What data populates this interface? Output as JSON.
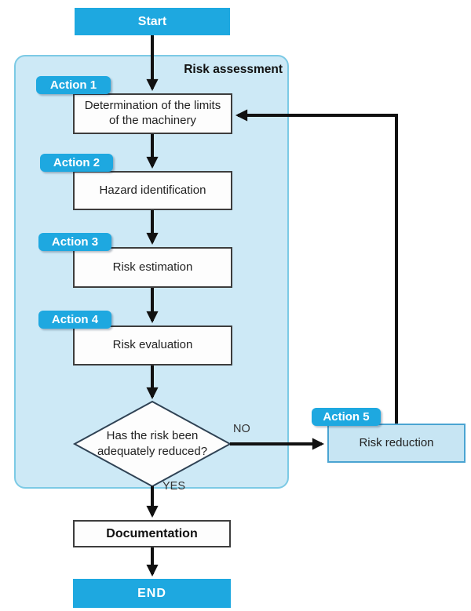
{
  "colors": {
    "accent-cyan": "#1ea8e0",
    "region-fill": "#cde9f6",
    "region-border": "#7ccae5",
    "reduction-fill": "#c7e5f3",
    "reduction-border": "#4aa4d2",
    "box-fill": "#fdfdfd",
    "box-border": "#3d3d3d",
    "diamond-border": "#2f4254",
    "arrow": "#111111"
  },
  "flow": {
    "start_label": "Start",
    "region_label": "Risk assessment",
    "steps": [
      {
        "badge": "Action 1",
        "label": "Determination of the limits of the machinery"
      },
      {
        "badge": "Action 2",
        "label": "Hazard identification"
      },
      {
        "badge": "Action 3",
        "label": "Risk estimation"
      },
      {
        "badge": "Action 4",
        "label": "Risk evaluation"
      }
    ],
    "decision": {
      "label": "Has the risk been adequately reduced?",
      "no_label": "NO",
      "yes_label": "YES"
    },
    "reduction": {
      "badge": "Action 5",
      "label": "Risk reduction"
    },
    "documentation_label": "Documentation",
    "end_label": "END"
  }
}
